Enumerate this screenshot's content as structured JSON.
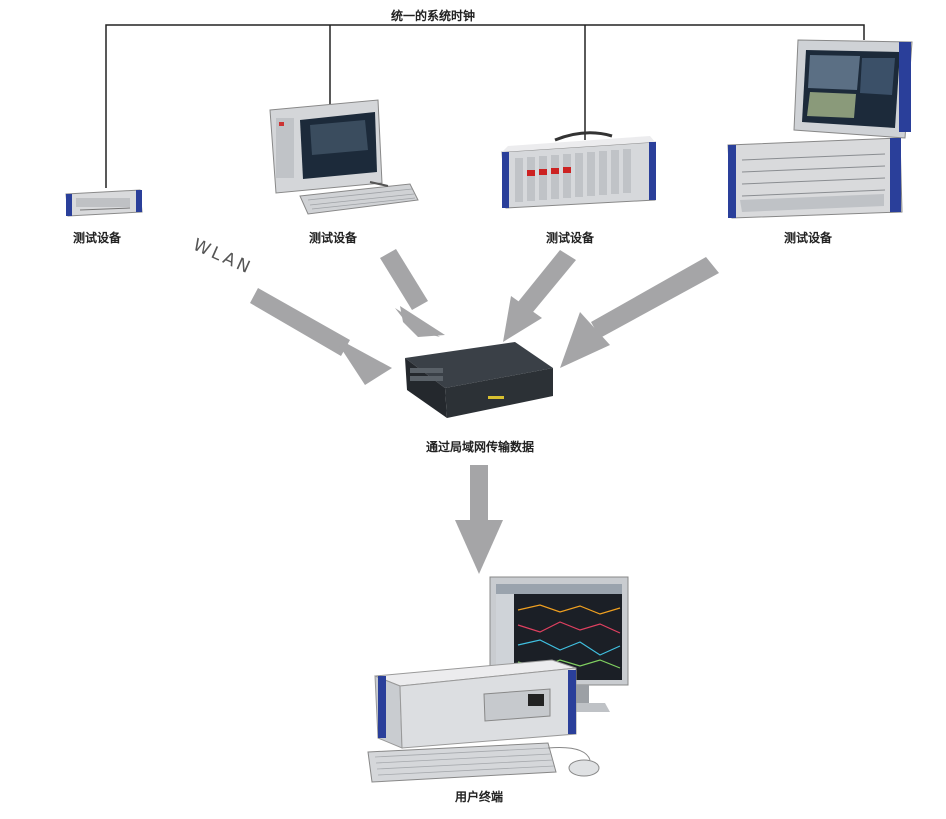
{
  "diagram": {
    "clock_label": "统一的系统时钟",
    "devices": [
      {
        "label": "测试设备"
      },
      {
        "label": "测试设备"
      },
      {
        "label": "测试设备"
      },
      {
        "label": "测试设备"
      }
    ],
    "wlan_label": "WLAN",
    "switch_label": "通过局域网传输数据",
    "terminal_label": "用户终端",
    "colors": {
      "arrow": "#a5a5a7",
      "line": "#222222",
      "device_body": "#d9dadc",
      "device_accent": "#2a3f9a",
      "switch_body": "#2c3136",
      "screen": "#1c2a3a"
    },
    "icons": [
      "compact-daq-icon",
      "portable-computer-icon",
      "rack-chassis-icon",
      "rugged-laptop-daq-icon",
      "network-switch-icon",
      "workstation-icon"
    ]
  }
}
